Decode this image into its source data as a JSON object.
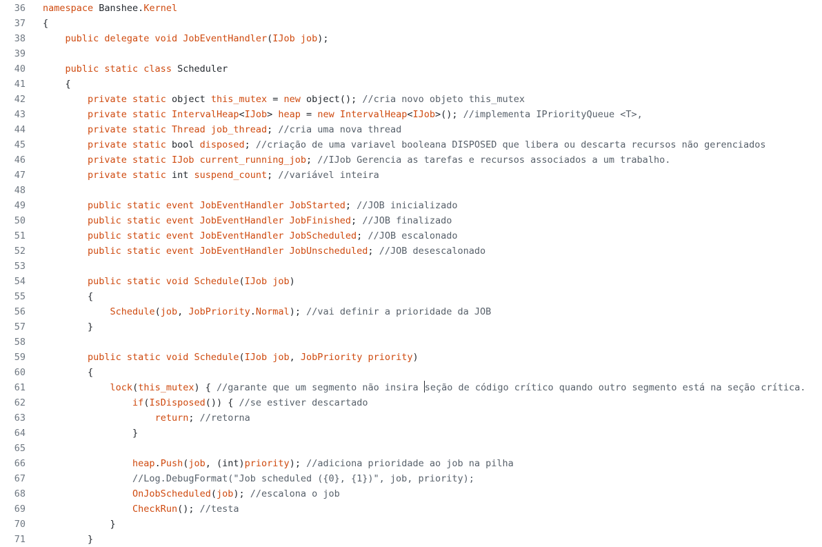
{
  "colors": {
    "keyword": "#cf4a0f",
    "identifier": "#24292f",
    "comment": "#57606a",
    "line_number": "#6e7781",
    "background": "#ffffff"
  },
  "lines": [
    {
      "n": "36",
      "t": [
        [
          "kw",
          "namespace "
        ],
        [
          "pl",
          "Banshee."
        ],
        [
          "kw",
          "Kernel"
        ]
      ]
    },
    {
      "n": "37",
      "t": [
        [
          "pl",
          "{"
        ]
      ]
    },
    {
      "n": "38",
      "t": [
        [
          "pl",
          "    "
        ],
        [
          "kw",
          "public delegate void JobEventHandler"
        ],
        [
          "pl",
          "("
        ],
        [
          "kw",
          "IJob job"
        ],
        [
          "pl",
          ");"
        ]
      ]
    },
    {
      "n": "39",
      "t": []
    },
    {
      "n": "40",
      "t": [
        [
          "pl",
          "    "
        ],
        [
          "kw",
          "public static class "
        ],
        [
          "pl",
          "Scheduler"
        ]
      ]
    },
    {
      "n": "41",
      "t": [
        [
          "pl",
          "    {"
        ]
      ]
    },
    {
      "n": "42",
      "t": [
        [
          "pl",
          "        "
        ],
        [
          "kw",
          "private static "
        ],
        [
          "pl",
          "object "
        ],
        [
          "kw",
          "this_mutex"
        ],
        [
          "pl",
          " = "
        ],
        [
          "kw",
          "new "
        ],
        [
          "pl",
          "object(); "
        ],
        [
          "cm",
          "//cria novo objeto this_mutex"
        ]
      ]
    },
    {
      "n": "43",
      "t": [
        [
          "pl",
          "        "
        ],
        [
          "kw",
          "private static IntervalHeap"
        ],
        [
          "pl",
          "<"
        ],
        [
          "kw",
          "IJob"
        ],
        [
          "pl",
          "> "
        ],
        [
          "kw",
          "heap"
        ],
        [
          "pl",
          " = "
        ],
        [
          "kw",
          "new IntervalHeap"
        ],
        [
          "pl",
          "<"
        ],
        [
          "kw",
          "IJob"
        ],
        [
          "pl",
          ">(); "
        ],
        [
          "cm",
          "//implementa IPriorityQueue <T>,"
        ]
      ]
    },
    {
      "n": "44",
      "t": [
        [
          "pl",
          "        "
        ],
        [
          "kw",
          "private static Thread job_thread"
        ],
        [
          "pl",
          "; "
        ],
        [
          "cm",
          "//cria uma nova thread"
        ]
      ]
    },
    {
      "n": "45",
      "t": [
        [
          "pl",
          "        "
        ],
        [
          "kw",
          "private static "
        ],
        [
          "pl",
          "bool "
        ],
        [
          "kw",
          "disposed"
        ],
        [
          "pl",
          "; "
        ],
        [
          "cm",
          "//criação de uma variavel booleana DISPOSED que libera ou descarta recursos não gerenciados"
        ]
      ]
    },
    {
      "n": "46",
      "t": [
        [
          "pl",
          "        "
        ],
        [
          "kw",
          "private static IJob current_running_job"
        ],
        [
          "pl",
          "; "
        ],
        [
          "cm",
          "//IJob Gerencia as tarefas e recursos associados a um trabalho."
        ]
      ]
    },
    {
      "n": "47",
      "t": [
        [
          "pl",
          "        "
        ],
        [
          "kw",
          "private static "
        ],
        [
          "pl",
          "int "
        ],
        [
          "kw",
          "suspend_count"
        ],
        [
          "pl",
          "; "
        ],
        [
          "cm",
          "//variável inteira"
        ]
      ]
    },
    {
      "n": "48",
      "t": []
    },
    {
      "n": "49",
      "t": [
        [
          "pl",
          "        "
        ],
        [
          "kw",
          "public static event JobEventHandler JobStarted"
        ],
        [
          "pl",
          "; "
        ],
        [
          "cm",
          "//JOB inicializado"
        ]
      ]
    },
    {
      "n": "50",
      "t": [
        [
          "pl",
          "        "
        ],
        [
          "kw",
          "public static event JobEventHandler JobFinished"
        ],
        [
          "pl",
          "; "
        ],
        [
          "cm",
          "//JOB finalizado"
        ]
      ]
    },
    {
      "n": "51",
      "t": [
        [
          "pl",
          "        "
        ],
        [
          "kw",
          "public static event JobEventHandler JobScheduled"
        ],
        [
          "pl",
          "; "
        ],
        [
          "cm",
          "//JOB escalonado"
        ]
      ]
    },
    {
      "n": "52",
      "t": [
        [
          "pl",
          "        "
        ],
        [
          "kw",
          "public static event JobEventHandler JobUnscheduled"
        ],
        [
          "pl",
          "; "
        ],
        [
          "cm",
          "//JOB desescalonado"
        ]
      ]
    },
    {
      "n": "53",
      "t": []
    },
    {
      "n": "54",
      "t": [
        [
          "pl",
          "        "
        ],
        [
          "kw",
          "public static void Schedule"
        ],
        [
          "pl",
          "("
        ],
        [
          "kw",
          "IJob job"
        ],
        [
          "pl",
          ")"
        ]
      ]
    },
    {
      "n": "55",
      "t": [
        [
          "pl",
          "        {"
        ]
      ]
    },
    {
      "n": "56",
      "t": [
        [
          "pl",
          "            "
        ],
        [
          "kw",
          "Schedule"
        ],
        [
          "pl",
          "("
        ],
        [
          "kw",
          "job"
        ],
        [
          "pl",
          ", "
        ],
        [
          "kw",
          "JobPriority"
        ],
        [
          "pl",
          "."
        ],
        [
          "kw",
          "Normal"
        ],
        [
          "pl",
          "); "
        ],
        [
          "cm",
          "//vai definir a prioridade da JOB"
        ]
      ]
    },
    {
      "n": "57",
      "t": [
        [
          "pl",
          "        }"
        ]
      ]
    },
    {
      "n": "58",
      "t": []
    },
    {
      "n": "59",
      "t": [
        [
          "pl",
          "        "
        ],
        [
          "kw",
          "public static void Schedule"
        ],
        [
          "pl",
          "("
        ],
        [
          "kw",
          "IJob job"
        ],
        [
          "pl",
          ", "
        ],
        [
          "kw",
          "JobPriority priority"
        ],
        [
          "pl",
          ")"
        ]
      ]
    },
    {
      "n": "60",
      "t": [
        [
          "pl",
          "        {"
        ]
      ]
    },
    {
      "n": "61",
      "t": [
        [
          "pl",
          "            "
        ],
        [
          "kw",
          "lock"
        ],
        [
          "pl",
          "("
        ],
        [
          "kw",
          "this_mutex"
        ],
        [
          "pl",
          ") { "
        ],
        [
          "cm",
          "//garante que um segmento não insira "
        ],
        [
          "caret",
          ""
        ],
        [
          "cm",
          "seção de código crítico quando outro segmento está na seção crítica."
        ]
      ]
    },
    {
      "n": "62",
      "t": [
        [
          "pl",
          "                "
        ],
        [
          "kw",
          "if"
        ],
        [
          "pl",
          "("
        ],
        [
          "kw",
          "IsDisposed"
        ],
        [
          "pl",
          "()) { "
        ],
        [
          "cm",
          "//se estiver descartado"
        ]
      ]
    },
    {
      "n": "63",
      "t": [
        [
          "pl",
          "                    "
        ],
        [
          "kw",
          "return"
        ],
        [
          "pl",
          "; "
        ],
        [
          "cm",
          "//retorna"
        ]
      ]
    },
    {
      "n": "64",
      "t": [
        [
          "pl",
          "                }"
        ]
      ]
    },
    {
      "n": "65",
      "t": []
    },
    {
      "n": "66",
      "t": [
        [
          "pl",
          "                "
        ],
        [
          "kw",
          "heap"
        ],
        [
          "pl",
          "."
        ],
        [
          "kw",
          "Push"
        ],
        [
          "pl",
          "("
        ],
        [
          "kw",
          "job"
        ],
        [
          "pl",
          ", (int)"
        ],
        [
          "kw",
          "priority"
        ],
        [
          "pl",
          "); "
        ],
        [
          "cm",
          "//adiciona prioridade ao job na pilha"
        ]
      ]
    },
    {
      "n": "67",
      "t": [
        [
          "pl",
          "                "
        ],
        [
          "cm",
          "//Log.DebugFormat(\"Job scheduled ({0}, {1})\", job, priority);"
        ]
      ]
    },
    {
      "n": "68",
      "t": [
        [
          "pl",
          "                "
        ],
        [
          "kw",
          "OnJobScheduled"
        ],
        [
          "pl",
          "("
        ],
        [
          "kw",
          "job"
        ],
        [
          "pl",
          "); "
        ],
        [
          "cm",
          "//escalona o job"
        ]
      ]
    },
    {
      "n": "69",
      "t": [
        [
          "pl",
          "                "
        ],
        [
          "kw",
          "CheckRun"
        ],
        [
          "pl",
          "(); "
        ],
        [
          "cm",
          "//testa"
        ]
      ]
    },
    {
      "n": "70",
      "t": [
        [
          "pl",
          "            }"
        ]
      ]
    },
    {
      "n": "71",
      "t": [
        [
          "pl",
          "        }"
        ]
      ]
    }
  ]
}
